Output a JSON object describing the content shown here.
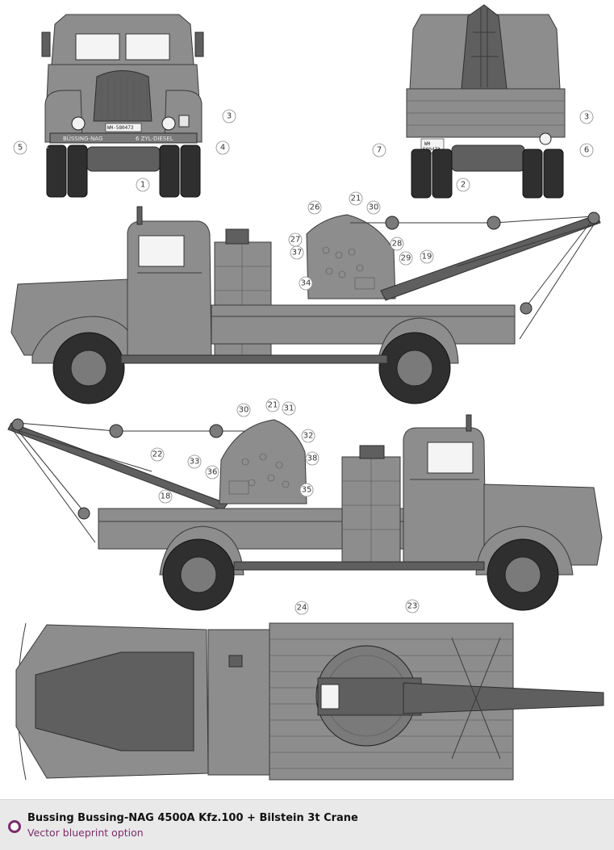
{
  "footer": {
    "title": "Bussing Bussing-NAG 4500A Kfz.100 + Bilstein 3t Crane",
    "subtitle": "Vector blueprint option",
    "accent_color": "#7b2d6b"
  },
  "front_view": {
    "plate": "WH-580473",
    "bumper_left": "BÜSSING-NAG",
    "bumper_right": "6 ZYL-DIESEL",
    "callouts": [
      "1",
      "3",
      "4",
      "5"
    ]
  },
  "rear_view": {
    "plate_line1": "WH",
    "plate_line2": "580473",
    "callouts": [
      "2",
      "3",
      "6",
      "7"
    ]
  },
  "right_side_view": {
    "callouts": [
      "19",
      "21",
      "26",
      "27",
      "28",
      "29",
      "30",
      "34",
      "37"
    ]
  },
  "left_side_view": {
    "callouts": [
      "18",
      "21",
      "22",
      "30",
      "31",
      "32",
      "33",
      "35",
      "36",
      "38"
    ]
  },
  "top_view": {
    "callouts": [
      "23",
      "24"
    ]
  },
  "icons": {
    "footer_bullet": "ring-bullet-icon"
  }
}
